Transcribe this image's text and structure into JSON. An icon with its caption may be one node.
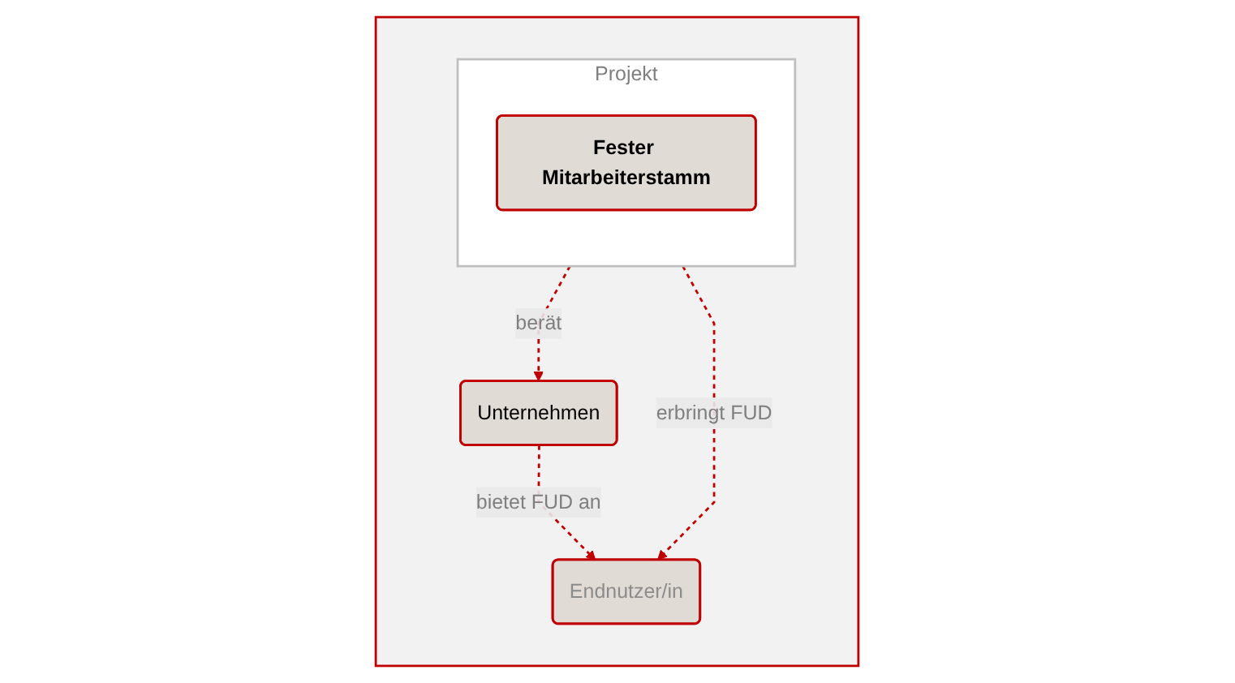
{
  "diagram": {
    "nodes": [
      {
        "text": [],
        "shape": "box"
      },
      {
        "text": [
          "Projekt"
        ],
        "in": 0
      },
      {
        "text": [
          "Fester Mitarbeiterstamm"
        ],
        "in": 1
      },
      {
        "text": [
          "Unternehmen"
        ],
        "in": 0
      },
      {
        "text": [
          "Endnutzer/in"
        ],
        "in": 0
      }
    ],
    "edges": [
      {
        "from": 1,
        "to": 3,
        "arrow": "to",
        "label": "berät",
        "style": "dashed"
      },
      {
        "from": 1,
        "to": 4,
        "arrow": "to",
        "label": "erbringt FUD",
        "style": "dashed"
      },
      {
        "from": 3,
        "to": 4,
        "arrow": "to",
        "label": "bietet FUD an",
        "style": "dashed"
      }
    ]
  }
}
